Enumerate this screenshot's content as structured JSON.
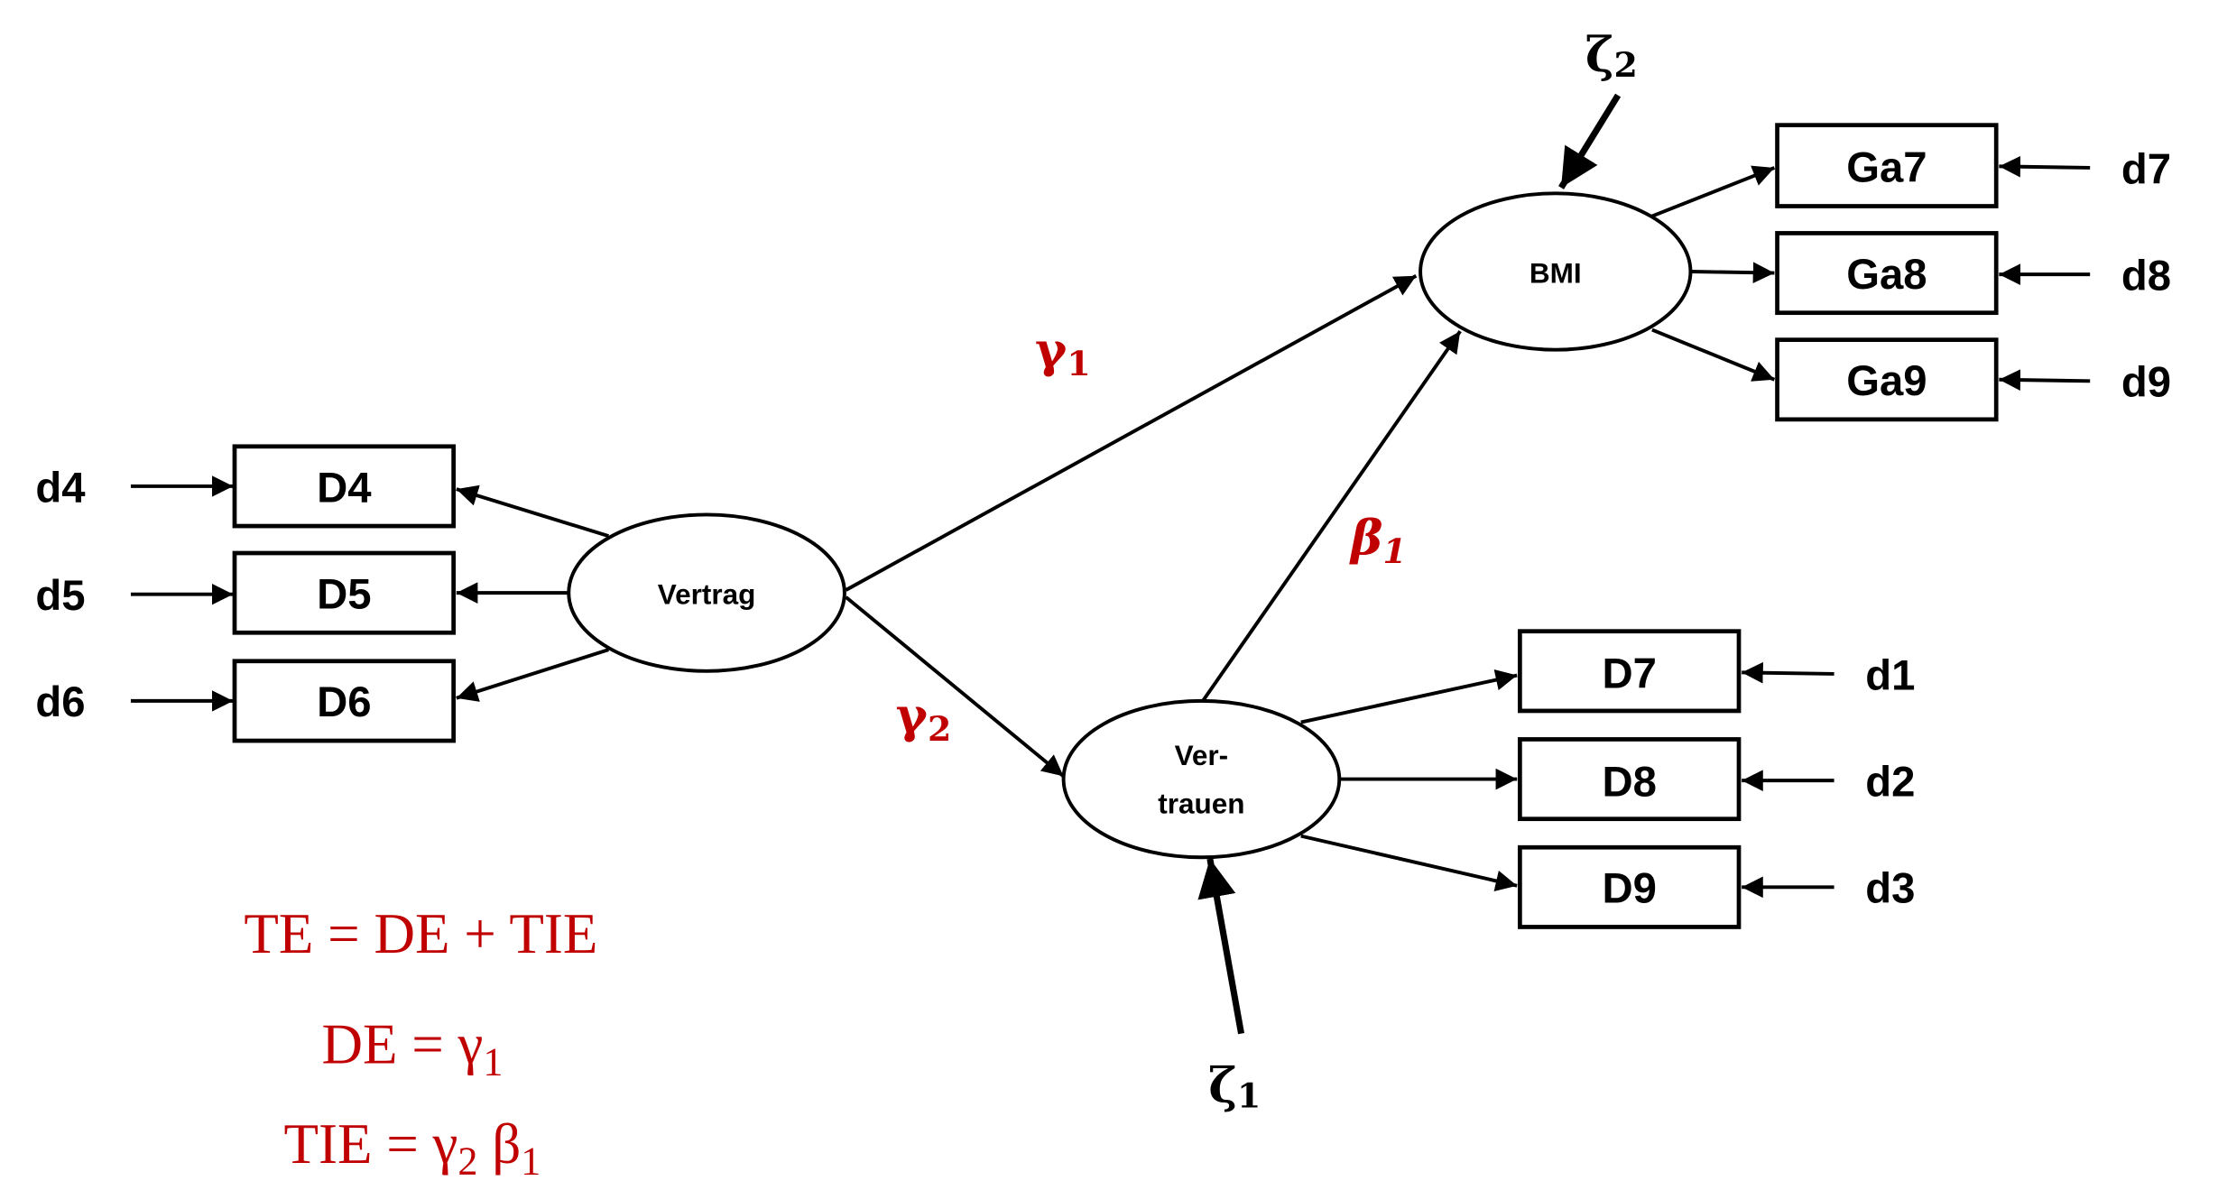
{
  "latent": {
    "vertrag": "Vertrag",
    "bmi": "BMI",
    "vertrauen_1": "Ver-",
    "vertrauen_2": "trauen"
  },
  "indicators": {
    "vertrag": [
      {
        "box": "D4",
        "err": "d4"
      },
      {
        "box": "D5",
        "err": "d5"
      },
      {
        "box": "D6",
        "err": "d6"
      }
    ],
    "bmi": [
      {
        "box": "Ga7",
        "err": "d7"
      },
      {
        "box": "Ga8",
        "err": "d8"
      },
      {
        "box": "Ga9",
        "err": "d9"
      }
    ],
    "vertrauen": [
      {
        "box": "D7",
        "err": "d1"
      },
      {
        "box": "D8",
        "err": "d2"
      },
      {
        "box": "D9",
        "err": "d3"
      }
    ]
  },
  "disturbances": {
    "zeta": "ζ",
    "zeta1_sub": "1",
    "zeta2_sub": "2"
  },
  "paths": {
    "gamma": "γ",
    "beta": "β",
    "gamma1_sub": "1",
    "gamma2_sub": "2",
    "beta1_sub": "1"
  },
  "formulas": {
    "te": "TE = DE + TIE",
    "de_prefix": "DE = ",
    "de_sym": "γ",
    "de_sub": "1",
    "tie_prefix": "TIE = ",
    "tie_g": "γ",
    "tie_g_sub": "2",
    "tie_b": " β",
    "tie_b_sub": "1"
  },
  "colors": {
    "accent": "#c00000",
    "line": "#000000"
  }
}
